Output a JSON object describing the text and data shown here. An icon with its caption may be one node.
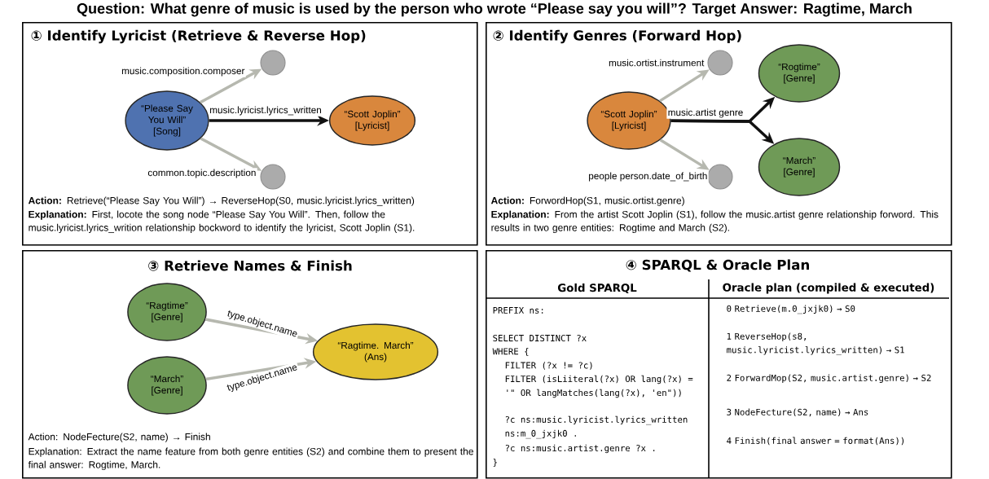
{
  "diagram": {
    "title": "Question: What genre of music is used by the person who wrote “Please say you will”?  Target Answer: Ragtime, March",
    "nodes": [
      {
        "text": [
          "① Identify Lyricist (Retrieve & Reverse Hop)",
          "**Action:** Retrieve(“Please Say You Will”) → ReverseHop(S0, music.lyricist.lyrics_written)",
          "**Explanation:** First, locote the song node “Please Say You Will”. Then, follow the music.lyricist.lyrics_writion relationship bockword to identify the lyricist, Scott Joplin (S1)."
        ]
      },
      {
        "text": [
          "“Please Say You Will”",
          "[Song]"
        ],
        "in": 0
      },
      {
        "text": [
          "“Scott Joplin”",
          "[Lyricist]"
        ],
        "in": 0
      },
      {
        "text": [],
        "shape": "circle",
        "in": 0
      },
      {
        "text": [],
        "shape": "circle",
        "in": 0
      },
      {
        "text": [
          "② Identify Genres (Forward Hop)",
          "**Action:** ForwordHop(S1, music.ortist.genre)",
          "**Explanation:** From the artist Scott Joplin (S1), follow the music.artist genre relationship forword. This results in two genre entities: Rogtime and March (S2)."
        ]
      },
      {
        "text": [
          "“Scott Joplin”",
          "[Lyricist]"
        ],
        "in": 5
      },
      {
        "text": [],
        "shape": "circle",
        "in": 5
      },
      {
        "text": [],
        "shape": "circle",
        "in": 5
      },
      {
        "text": [
          "“Rogtime”",
          "[Genre]"
        ],
        "in": 5
      },
      {
        "text": [
          "“March”",
          "[Genre]"
        ],
        "in": 5
      },
      {
        "text": [
          "③ Retrieve Names & Finish",
          "Action: NodeFecture(S2, name) → Finish",
          "Explanation: Extract the name feature from both genre entities (S2) and combine them to present the final answer: Rogtime, March."
        ]
      },
      {
        "text": [
          "“Ragtime”",
          "[Genre]"
        ],
        "in": 11
      },
      {
        "text": [
          "“March”",
          "[Genre]"
        ],
        "in": 11
      },
      {
        "text": [
          "“Ragtime. March”",
          "(Ans)"
        ],
        "in": 11
      },
      {
        "text": [
          "④ SPARQL & Oracle Plan"
        ]
      }
    ],
    "edges": [
      {
        "from": 1,
        "to": 3,
        "arrow": "to",
        "label": "music.composition.composer"
      },
      {
        "from": 1,
        "to": 2,
        "arrow": "to",
        "label": "music.lyricist.lyrics_written",
        "color": "#111111"
      },
      {
        "from": 1,
        "to": 4,
        "arrow": "to",
        "label": "common.topic.description"
      },
      {
        "from": 6,
        "to": 7,
        "arrow": "to",
        "label": "music.ortist.instrument"
      },
      {
        "from": 6,
        "to": 9,
        "arrow": "to",
        "label": "music.artist genre",
        "color": "#111111"
      },
      {
        "from": 6,
        "to": 10,
        "arrow": "to",
        "color": "#111111"
      },
      {
        "from": 6,
        "to": 8,
        "arrow": "to",
        "label": "people person.date_of_birth"
      },
      {
        "from": 12,
        "to": 14,
        "arrow": "to",
        "label": "type.object.name"
      },
      {
        "from": 13,
        "to": 14,
        "arrow": "to",
        "label": "type.object.name"
      }
    ],
    "labels": [
      "Gold SPARQL",
      "Oracle plan (compiled & executed)",
      "PREFIX ns:",
      "SELECT DISTINCT ?x",
      "WHERE {",
      "FILTER (?x != ?c)",
      "FILTER (isLiiteral(?x) OR lang(?x) =",
      "'\" OR langMatches(lang(?x), 'en\"))",
      "?c ns:music.lyricist.lyrics_written",
      "ns:m_0_jxjk0 .",
      "?c ns:music.artist.genre ?x .",
      "}",
      "0 Retrieve(m.0_jxjk0) → S0",
      "1 ReverseHop(s8, music.lyricist.lyrics_written) → S1",
      "2 ForwardMop(S2, music.artist.genre) → S2",
      "3 NodeFecture(S2, name) → Ans",
      "4 Finish(final answer = format(Ans))"
    ]
  }
}
